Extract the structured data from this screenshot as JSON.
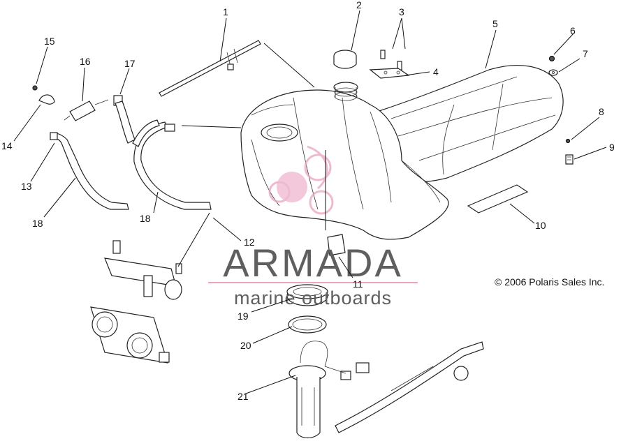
{
  "copyright": "© 2006 Polaris Sales Inc.",
  "watermark": {
    "brand": "ARMADA",
    "tagline": "marine outboards",
    "text_color": "#5f5f5f",
    "accent_color": "#e8a3c0"
  },
  "callouts": {
    "c1": "1",
    "c2": "2",
    "c3": "3",
    "c4": "4",
    "c5": "5",
    "c6": "6",
    "c7": "7",
    "c8": "8",
    "c9": "9",
    "c10": "10",
    "c11": "11",
    "c12": "12",
    "c13": "13",
    "c14": "14",
    "c15": "15",
    "c16": "16",
    "c17": "17",
    "c18a": "18",
    "c18b": "18",
    "c19": "19",
    "c20": "20",
    "c21": "21"
  }
}
